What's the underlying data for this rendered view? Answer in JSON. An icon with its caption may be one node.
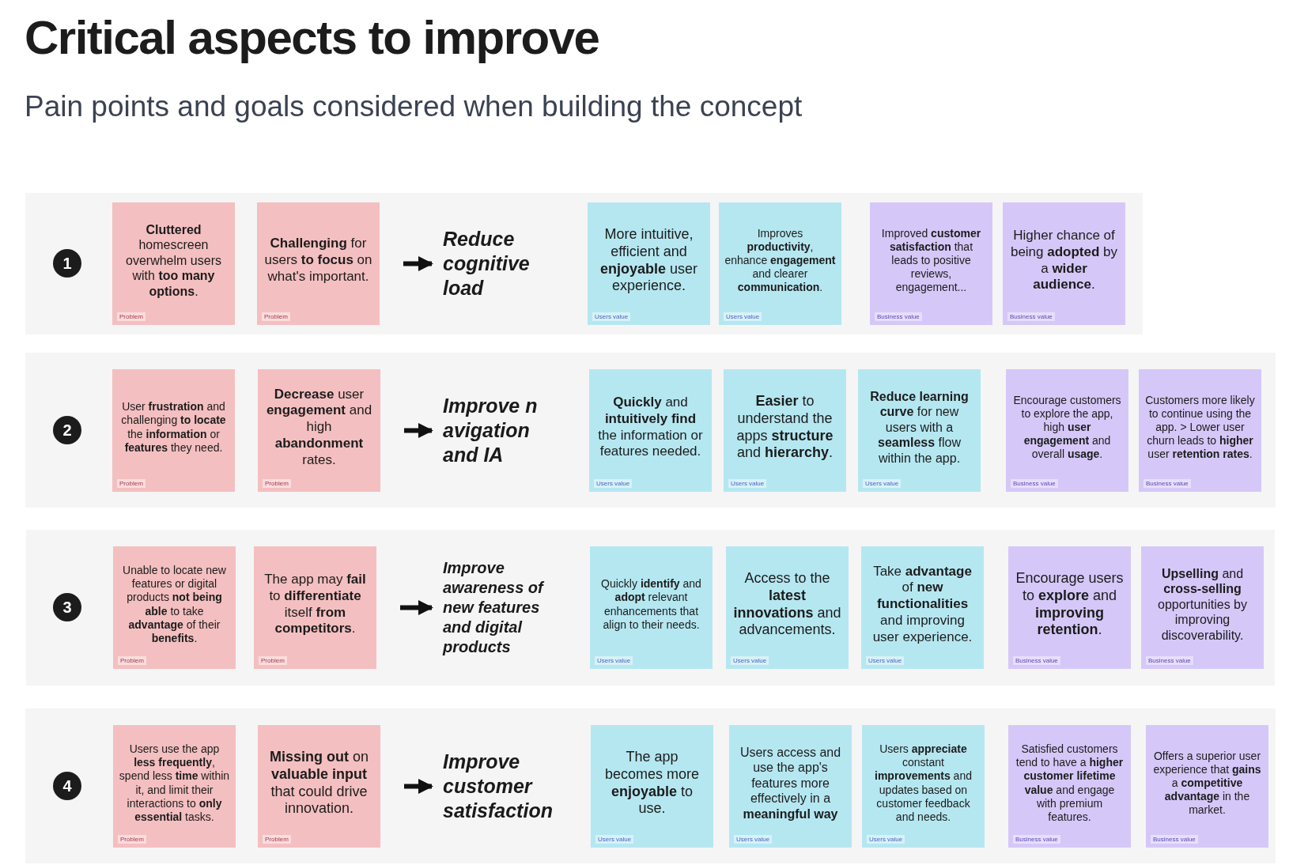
{
  "diagram": {
    "title": "Critical aspects to improve",
    "caption": "Pain points and goals considered when building the concept",
    "nodes": [
      {
        "text": [],
        "shape": "box"
      },
      {
        "text": [
          "1"
        ],
        "in": 0
      },
      {
        "text": [
          "**Cluttered** homescreen overwhelm users with **too many options**.",
          "Problem"
        ],
        "in": 0
      },
      {
        "text": [
          "**Challenging** for users **to focus** on what's important.",
          "Problem"
        ],
        "in": 0
      },
      {
        "text": [
          "Reduce cognitive load"
        ],
        "in": 0
      },
      {
        "text": [
          "More intuitive, efficient and **enjoyable** user experience.",
          "Users value"
        ],
        "in": 0
      },
      {
        "text": [
          "Improves **productivity**, enhance **engagement** and clearer **communication**.",
          "Users value"
        ],
        "in": 0
      },
      {
        "text": [
          "Improved **customer satisfaction** that leads to positive reviews, engagement...",
          "Business value"
        ],
        "in": 0
      },
      {
        "text": [
          "Higher chance of being **adopted** by a **wider audience**.",
          "Business value"
        ],
        "in": 0
      },
      {
        "text": [],
        "shape": "box"
      },
      {
        "text": [
          "2"
        ],
        "in": 9
      },
      {
        "text": [
          "User **frustration** and challenging **to locate** the **information** or **features** they need.",
          "Problem"
        ],
        "in": 9
      },
      {
        "text": [
          "**Decrease** user **engagement** and high **abandonment** rates.",
          "Problem"
        ],
        "in": 9
      },
      {
        "text": [
          "Improve n avigation and IA"
        ],
        "in": 9
      },
      {
        "text": [
          "**Quickly** and **intuitively find** the information or features needed.",
          "Users value"
        ],
        "in": 9
      },
      {
        "text": [
          "**Easier** to understand the apps **structure** and **hierarchy**.",
          "Users value"
        ],
        "in": 9
      },
      {
        "text": [
          "**Reduce learning curve** for new users with a **seamless** flow within the app.",
          "Users value"
        ],
        "in": 9
      },
      {
        "text": [
          "Encourage customers to explore the app, high **user engagement** and overall **usage**.",
          "Business value"
        ],
        "in": 9
      },
      {
        "text": [
          "Customers more likely to continue using the app. > Lower user churn leads to **higher** user **retention rates**.",
          "Business value"
        ],
        "in": 9
      },
      {
        "text": [],
        "shape": "box"
      },
      {
        "text": [
          "3"
        ],
        "in": 19
      },
      {
        "text": [
          "Unable to locate new features or digital products **not being able** to take **advantage** of their **benefits**.",
          "Problem"
        ],
        "in": 19
      },
      {
        "text": [
          "The app may **fail** to **differentiate** itself **from competitors**.",
          "Problem"
        ],
        "in": 19
      },
      {
        "text": [
          "Improve awareness of new features and digital products"
        ],
        "in": 19
      },
      {
        "text": [
          "Quickly **identify** and **adopt** relevant enhancements that align to their needs.",
          "Users value"
        ],
        "in": 19
      },
      {
        "text": [
          "Access to the **latest innovations** and advancements.",
          "Users value"
        ],
        "in": 19
      },
      {
        "text": [
          "Take **advantage** of **new functionalities** and improving user experience.",
          "Users value"
        ],
        "in": 19
      },
      {
        "text": [
          "Encourage users to **explore** and **improving retention**.",
          "Business value"
        ],
        "in": 19
      },
      {
        "text": [
          "**Upselling** and **cross-selling** opportunities by improving discoverability.",
          "Business value"
        ],
        "in": 19
      },
      {
        "text": [],
        "shape": "box"
      },
      {
        "text": [
          "4"
        ],
        "in": 29
      },
      {
        "text": [
          "Users use the app **less frequently**, spend less **time** within it, and limit their interactions to **only essential** tasks.",
          "Problem"
        ],
        "in": 29
      },
      {
        "text": [
          "**Missing out** on **valuable input** that could drive innovation.",
          "Problem"
        ],
        "in": 29
      },
      {
        "text": [
          "Improve customer satisfaction"
        ],
        "in": 29
      },
      {
        "text": [
          "The app becomes more **enjoyable** to use.",
          "Users value"
        ],
        "in": 29
      },
      {
        "text": [
          "Users access and use the app's features more effectively in a **meaningful way**",
          "Users value"
        ],
        "in": 29
      },
      {
        "text": [
          "Users **appreciate** constant **improvements** and updates based on customer feedback and needs.",
          "Users value"
        ],
        "in": 29
      },
      {
        "text": [
          "Satisfied customers tend to have a **higher customer lifetime value** and engage with premium features.",
          "Business value"
        ],
        "in": 29
      },
      {
        "text": [
          "Offers a superior user experience that **gains** a **competitive advantage** in the market.",
          "Business value"
        ],
        "in": 29
      }
    ],
    "edges": [
      {
        "from": 3,
        "to": 4,
        "arrow": "to"
      },
      {
        "from": 12,
        "to": 13,
        "arrow": "to"
      },
      {
        "from": 22,
        "to": 23,
        "arrow": "to"
      },
      {
        "from": 32,
        "to": 33,
        "arrow": "to"
      }
    ]
  }
}
